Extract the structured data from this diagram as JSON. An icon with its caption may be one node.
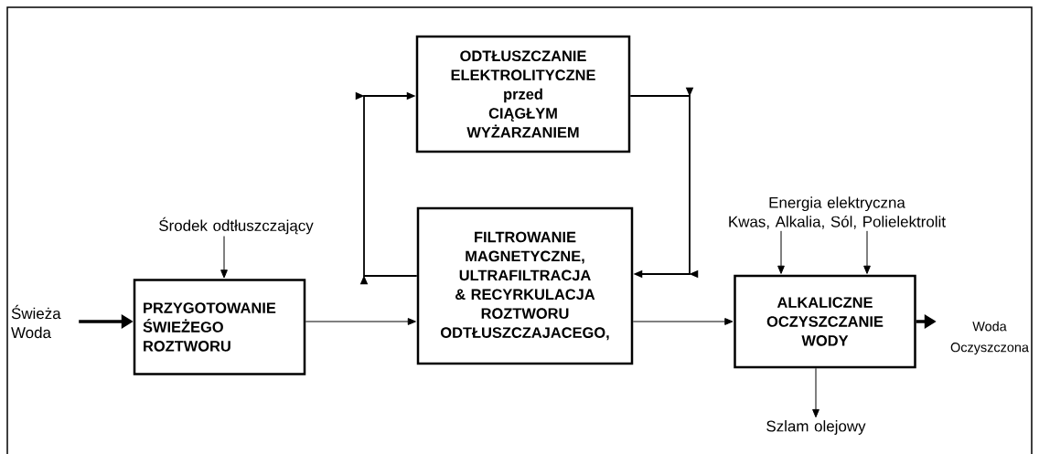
{
  "diagram": {
    "nodes": [
      {
        "text": [
          "Świeża Woda"
        ]
      },
      {
        "text": [
          "PRZYGOTOWANIE ŚWIEŻEGO ROZTWORU"
        ]
      },
      {
        "text": [
          "ODTŁUSZCZANIE ELEKTROLITYCZNE",
          "przed",
          "CIĄGŁYM WYŻARZANIEM"
        ]
      },
      {
        "text": [
          "FILTROWANIE MAGNETYCZNE, ULTRAFILTRACJA & RECYRKULACJA ROZTWORU ODTŁUSZCZAJACEGO,"
        ]
      },
      {
        "text": [
          "ALKALICZNE OCZYSZCZANIE WODY"
        ]
      },
      {
        "text": [
          "Środek odtłuszczający"
        ]
      },
      {
        "text": [
          "Energia elektryczna",
          "Kwas, Alkalia, Sól, Polielektrolit"
        ]
      },
      {
        "text": [
          "Woda Oczyszczona"
        ]
      },
      {
        "text": [
          "Szlam olejowy"
        ]
      }
    ],
    "edges": [
      {
        "from": 0,
        "to": 1,
        "arrow": "to",
        "style": "thick"
      },
      {
        "from": 5,
        "to": 1,
        "arrow": "to"
      },
      {
        "from": 1,
        "to": 3,
        "arrow": "to"
      },
      {
        "from": 3,
        "to": 2,
        "arrow": "to"
      },
      {
        "from": 2,
        "to": 3,
        "arrow": "to"
      },
      {
        "from": 3,
        "to": 4,
        "arrow": "to"
      },
      {
        "from": 6,
        "to": 4,
        "arrow": "to"
      },
      {
        "from": 6,
        "to": 4,
        "arrow": "to"
      },
      {
        "from": 4,
        "to": 7,
        "arrow": "to",
        "style": "thick"
      },
      {
        "from": 4,
        "to": 8,
        "arrow": "to"
      }
    ]
  }
}
